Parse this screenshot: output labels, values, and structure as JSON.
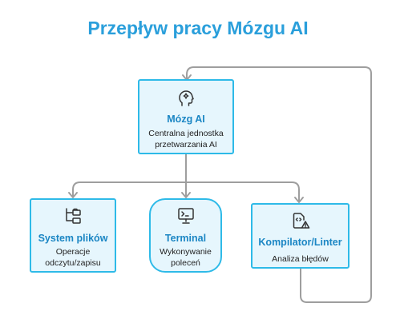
{
  "title": "Przepływ pracy Mózgu AI",
  "colors": {
    "accent": "#2a9fdb",
    "node_fill": "#e6f6fd",
    "node_border": "#2ebae8",
    "connector": "#9e9e9e"
  },
  "nodes": [
    {
      "id": "brain",
      "icon": "brain-head-icon",
      "name": "Mózg AI",
      "desc_lines": [
        "Centralna jednostka",
        "przetwarzania AI"
      ]
    },
    {
      "id": "fs",
      "icon": "folder-tree-icon",
      "name": "System plików",
      "desc_lines": [
        "Operacje",
        "odczytu/zapisu"
      ]
    },
    {
      "id": "terminal",
      "icon": "terminal-icon",
      "name": "Terminal",
      "desc_lines": [
        "Wykonywanie",
        "poleceń"
      ]
    },
    {
      "id": "compiler",
      "icon": "code-warning-icon",
      "name": "Kompilator/Linter",
      "desc_lines": [
        "Analiza błędów"
      ]
    }
  ],
  "edges": [
    {
      "from": "brain",
      "to": "fs"
    },
    {
      "from": "brain",
      "to": "terminal"
    },
    {
      "from": "brain",
      "to": "compiler"
    },
    {
      "from": "compiler",
      "to": "brain"
    }
  ]
}
